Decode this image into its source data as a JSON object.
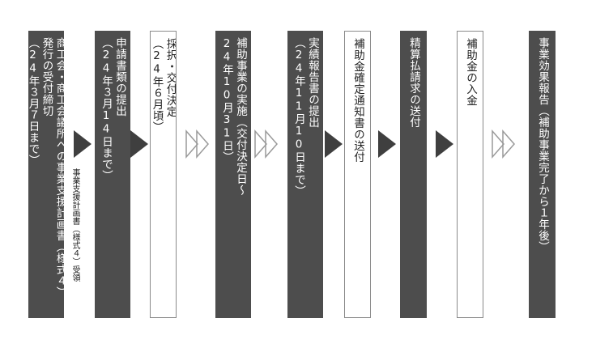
{
  "steps": [
    {
      "text": "商工会・商工会議所への事業支援計画書（様式４）\n発行の受付締切\n（24年３月７日まで）",
      "style": "dark"
    },
    {
      "text": "申請書類の提出\n（24年３月14日まで）",
      "style": "dark"
    },
    {
      "text": "採択・交付決定\n（24年６月頃）",
      "style": "light"
    },
    {
      "text": "補助事業の実施（交付決定日～\n24年10月31日）",
      "style": "dark"
    },
    {
      "text": "実績報告書の提出\n（24年11月10日まで）",
      "style": "dark"
    },
    {
      "text": "補助金確定通知書の送付",
      "style": "light"
    },
    {
      "text": "精算払請求の送付",
      "style": "dark"
    },
    {
      "text": "補助金の入金",
      "style": "light"
    },
    {
      "text": "事業効果報告（補助事業完了から１年後）",
      "style": "dark"
    }
  ],
  "note": "事業支援計画書（様式４）受領",
  "colors": {
    "dark_box": "#4d4d4d",
    "light_border": "#8a8a8a",
    "arrow": "#3f3f3f",
    "outline_arrow": "#9a9a9a"
  }
}
